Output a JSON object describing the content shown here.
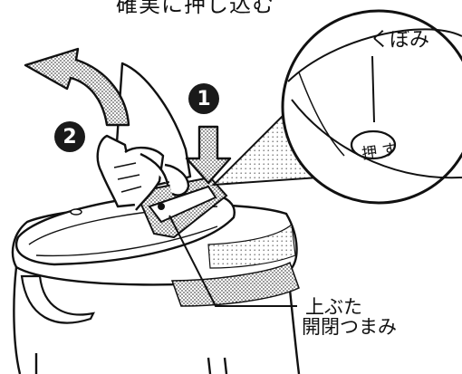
{
  "caption_top": "確実に押し込む",
  "zoom": {
    "kubomi_label": "くぼみ",
    "oshu_label": "押 す"
  },
  "steps": {
    "step1": "1",
    "step2": "2"
  },
  "lid_knob_label": {
    "line1": "上ぶた",
    "line2": "開閉つまみ"
  },
  "colors": {
    "ink": "#111111",
    "shade": "#8a8a8a",
    "background": "#ffffff"
  }
}
